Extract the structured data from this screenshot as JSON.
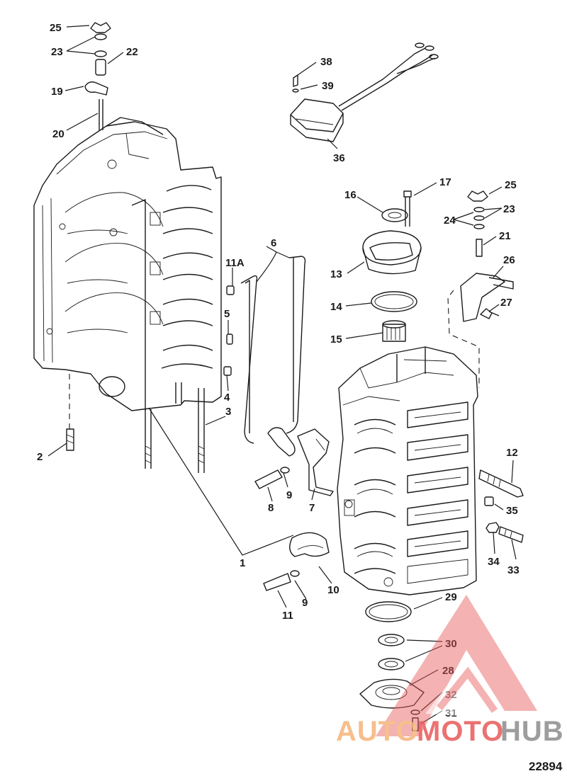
{
  "callouts": [
    {
      "id": "c25a",
      "text": "25"
    },
    {
      "id": "c23a",
      "text": "23"
    },
    {
      "id": "c22",
      "text": "22"
    },
    {
      "id": "c19",
      "text": "19"
    },
    {
      "id": "c20",
      "text": "20"
    },
    {
      "id": "c38",
      "text": "38"
    },
    {
      "id": "c39",
      "text": "39"
    },
    {
      "id": "c36",
      "text": "36"
    },
    {
      "id": "c16",
      "text": "16"
    },
    {
      "id": "c17",
      "text": "17"
    },
    {
      "id": "c25b",
      "text": "25"
    },
    {
      "id": "c23b",
      "text": "23"
    },
    {
      "id": "c24",
      "text": "24"
    },
    {
      "id": "c21",
      "text": "21"
    },
    {
      "id": "c6",
      "text": "6"
    },
    {
      "id": "c11a",
      "text": "11A"
    },
    {
      "id": "c13",
      "text": "13"
    },
    {
      "id": "c26",
      "text": "26"
    },
    {
      "id": "c14",
      "text": "14"
    },
    {
      "id": "c27",
      "text": "27"
    },
    {
      "id": "c5",
      "text": "5"
    },
    {
      "id": "c15",
      "text": "15"
    },
    {
      "id": "c4",
      "text": "4"
    },
    {
      "id": "c3",
      "text": "3"
    },
    {
      "id": "c2",
      "text": "2"
    },
    {
      "id": "c12",
      "text": "12"
    },
    {
      "id": "c9a",
      "text": "9"
    },
    {
      "id": "c8",
      "text": "8"
    },
    {
      "id": "c7",
      "text": "7"
    },
    {
      "id": "c35",
      "text": "35"
    },
    {
      "id": "c1",
      "text": "1"
    },
    {
      "id": "c34",
      "text": "34"
    },
    {
      "id": "c33",
      "text": "33"
    },
    {
      "id": "c10",
      "text": "10"
    },
    {
      "id": "c9b",
      "text": "9"
    },
    {
      "id": "c11",
      "text": "11"
    },
    {
      "id": "c29",
      "text": "29"
    },
    {
      "id": "c30",
      "text": "30"
    },
    {
      "id": "c28",
      "text": "28"
    },
    {
      "id": "c32",
      "text": "32"
    },
    {
      "id": "c31",
      "text": "31"
    }
  ],
  "figure_number": "22894",
  "watermark": {
    "part1": "AUTO",
    "part2": "MOTO",
    "part3": "HUB",
    "color_orange": "#f5b57a",
    "color_red": "#e85a5a",
    "color_gray": "#8c8c8c"
  }
}
